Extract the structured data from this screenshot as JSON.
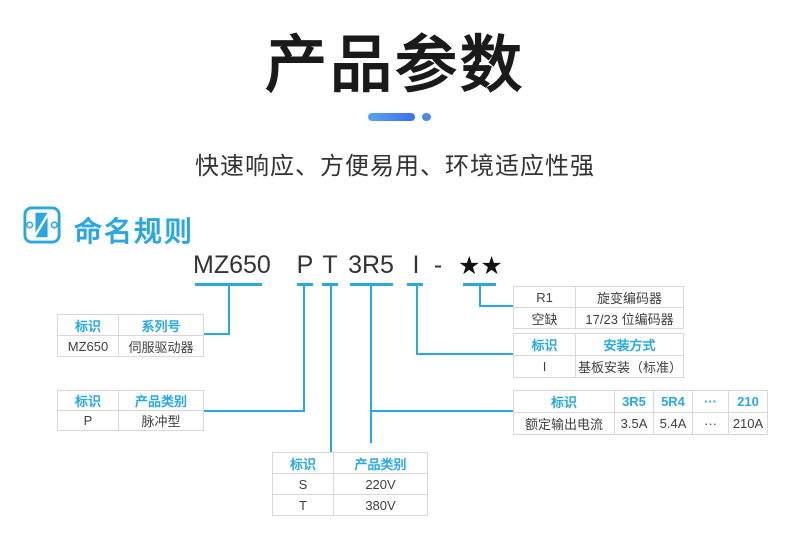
{
  "header": {
    "title": "产品参数",
    "subtitle": "快速响应、方便易用、环境适应性强"
  },
  "section": {
    "title": "命名规则"
  },
  "model_code": {
    "parts": [
      "MZ650",
      "P",
      "T",
      "3R5",
      "I",
      "-",
      "★★"
    ]
  },
  "tables": {
    "series": {
      "headers": [
        "标识",
        "系列号"
      ],
      "rows": [
        [
          "MZ650",
          "伺服驱动器"
        ]
      ]
    },
    "product_type": {
      "headers": [
        "标识",
        "产品类别"
      ],
      "rows": [
        [
          "P",
          "脉冲型"
        ]
      ]
    },
    "voltage": {
      "headers": [
        "标识",
        "产品类别"
      ],
      "rows": [
        [
          "S",
          "220V"
        ],
        [
          "T",
          "380V"
        ]
      ]
    },
    "encoder": {
      "rows": [
        [
          "R1",
          "旋变编码器"
        ],
        [
          "空缺",
          "17/23 位编码器"
        ]
      ]
    },
    "mounting": {
      "headers": [
        "标识",
        "安装方式"
      ],
      "rows": [
        [
          "I",
          "基板安装（标准）"
        ]
      ]
    },
    "rated_current": {
      "headers": [
        "标识",
        "3R5",
        "5R4",
        "···",
        "210"
      ],
      "rows": [
        [
          "额定输出电流",
          "3.5A",
          "5.4A",
          "···",
          "210A"
        ]
      ]
    }
  },
  "colors": {
    "accent": "#29A9E2",
    "deco_gradient_start": "#55A5E9",
    "deco_gradient_end": "#3E6FF0",
    "title_text": "#1A1A1A",
    "body_text": "#333333",
    "table_border": "#D8D8D8"
  }
}
